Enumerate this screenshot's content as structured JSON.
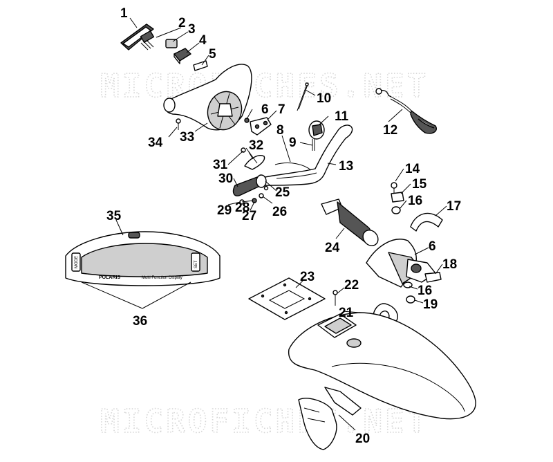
{
  "watermark": {
    "top_text": "MICROFICHES.NET",
    "bottom_text": "MICROFICHES.NET"
  },
  "display": {
    "brand": "POLARIS",
    "caption": "Multi Function Display",
    "left_button": "MODE",
    "right_button": "SET"
  },
  "callouts": {
    "c1": "1",
    "c2": "2",
    "c3": "3",
    "c4": "4",
    "c5": "5",
    "c6a": "6",
    "c6b": "6",
    "c7": "7",
    "c8": "8",
    "c9": "9",
    "c10": "10",
    "c11": "11",
    "c12": "12",
    "c13": "13",
    "c14": "14",
    "c15": "15",
    "c16a": "16",
    "c16b": "16",
    "c17": "17",
    "c18": "18",
    "c19": "19",
    "c20": "20",
    "c21": "21",
    "c22": "22",
    "c23": "23",
    "c24": "24",
    "c25": "25",
    "c26": "26",
    "c27": "27",
    "c28": "28",
    "c29": "29",
    "c30": "30",
    "c31": "31",
    "c32": "32",
    "c33": "33",
    "c34": "34",
    "c35": "35",
    "c36": "36"
  }
}
